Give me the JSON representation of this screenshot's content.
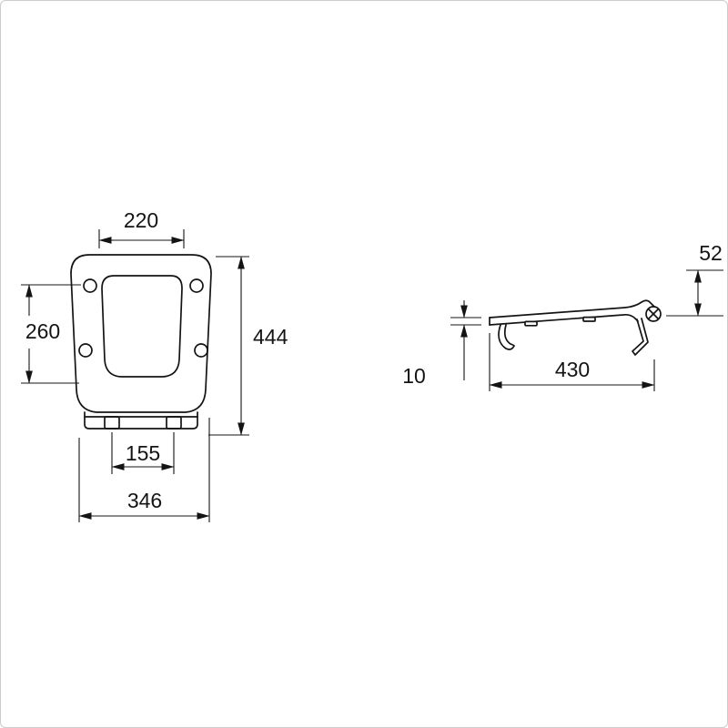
{
  "theme": {
    "ink": "#141414",
    "bg": "#ffffff",
    "border": "#cccccc"
  },
  "views": {
    "top": {
      "dims": {
        "inner_width": "220",
        "inner_depth": "260",
        "overall_depth": "444",
        "hinge_tab_spacing": "155",
        "overall_width": "346"
      }
    },
    "side": {
      "dims": {
        "hinge_height": "52",
        "seat_thickness": "10",
        "seat_length": "430"
      }
    }
  }
}
